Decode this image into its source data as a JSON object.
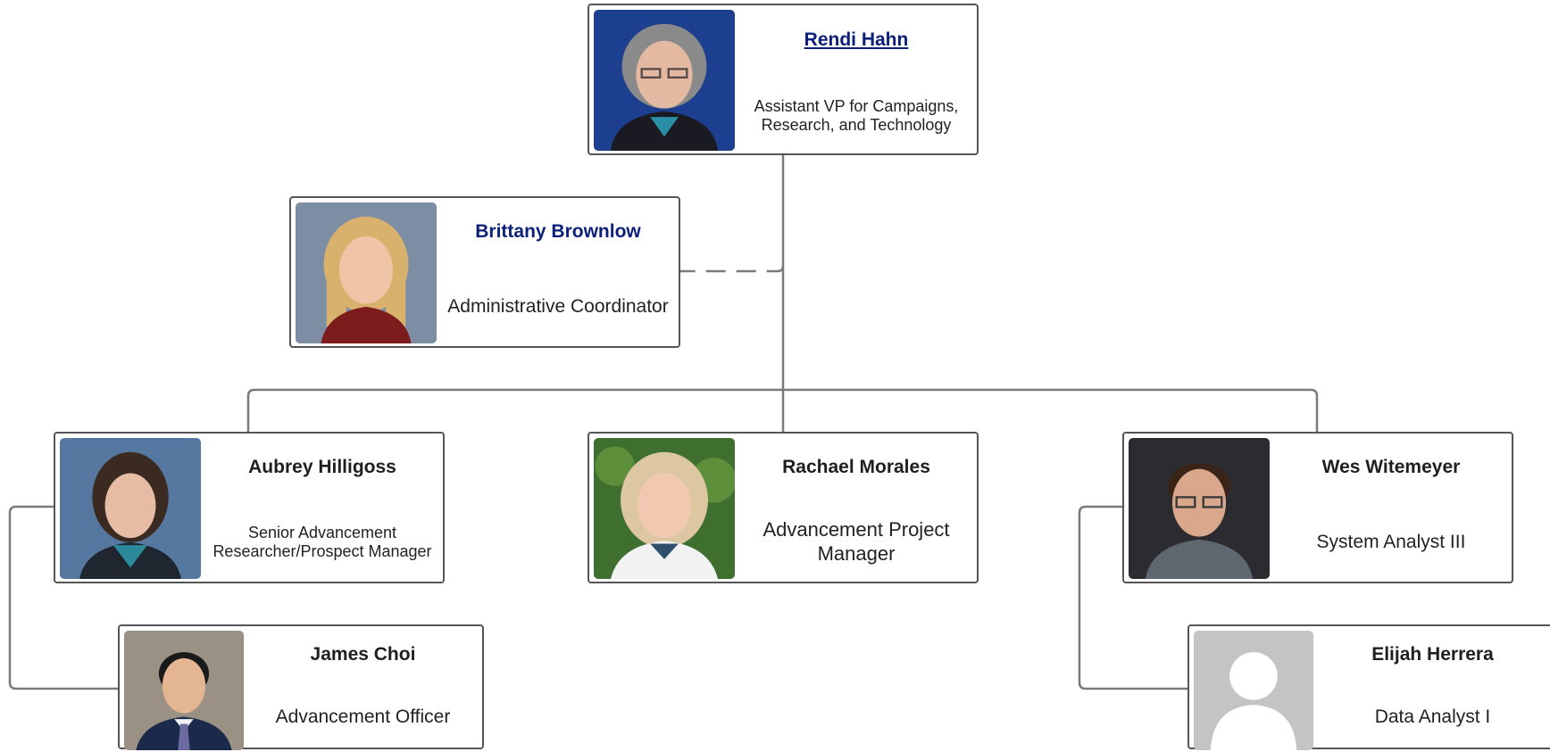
{
  "org_chart": {
    "nodes": {
      "rendi": {
        "name": "Rendi Hahn",
        "title_lines": [
          "Assistant VP for Campaigns,",
          "Research, and Technology"
        ]
      },
      "brittany": {
        "name": "Brittany Brownlow",
        "title_lines": [
          "Administrative Coordinator"
        ]
      },
      "aubrey": {
        "name": "Aubrey Hilligoss",
        "title_lines": [
          "Senior Advancement",
          "Researcher/Prospect Manager"
        ]
      },
      "rachael": {
        "name": "Rachael Morales",
        "title_lines": [
          "Advancement Project",
          "Manager"
        ]
      },
      "wes": {
        "name": "Wes Witemeyer",
        "title_lines": [
          "System Analyst III"
        ]
      },
      "james": {
        "name": "James Choi",
        "title_lines": [
          "Advancement Officer"
        ]
      },
      "elijah": {
        "name": "Elijah Herrera",
        "title_lines": [
          "Data Analyst I"
        ]
      }
    },
    "relationships": [
      {
        "from": "Rendi Hahn",
        "to": "Brittany Brownlow",
        "style": "dashed"
      },
      {
        "from": "Rendi Hahn",
        "to": "Aubrey Hilligoss",
        "style": "solid"
      },
      {
        "from": "Rendi Hahn",
        "to": "Rachael Morales",
        "style": "solid"
      },
      {
        "from": "Rendi Hahn",
        "to": "Wes Witemeyer",
        "style": "solid"
      },
      {
        "from": "Aubrey Hilligoss",
        "to": "James Choi",
        "style": "solid"
      },
      {
        "from": "Wes Witemeyer",
        "to": "Elijah Herrera",
        "style": "solid"
      }
    ],
    "colors": {
      "link_name": "#0b1f7a",
      "border": "#555555",
      "connector": "#7a7a7a"
    }
  }
}
